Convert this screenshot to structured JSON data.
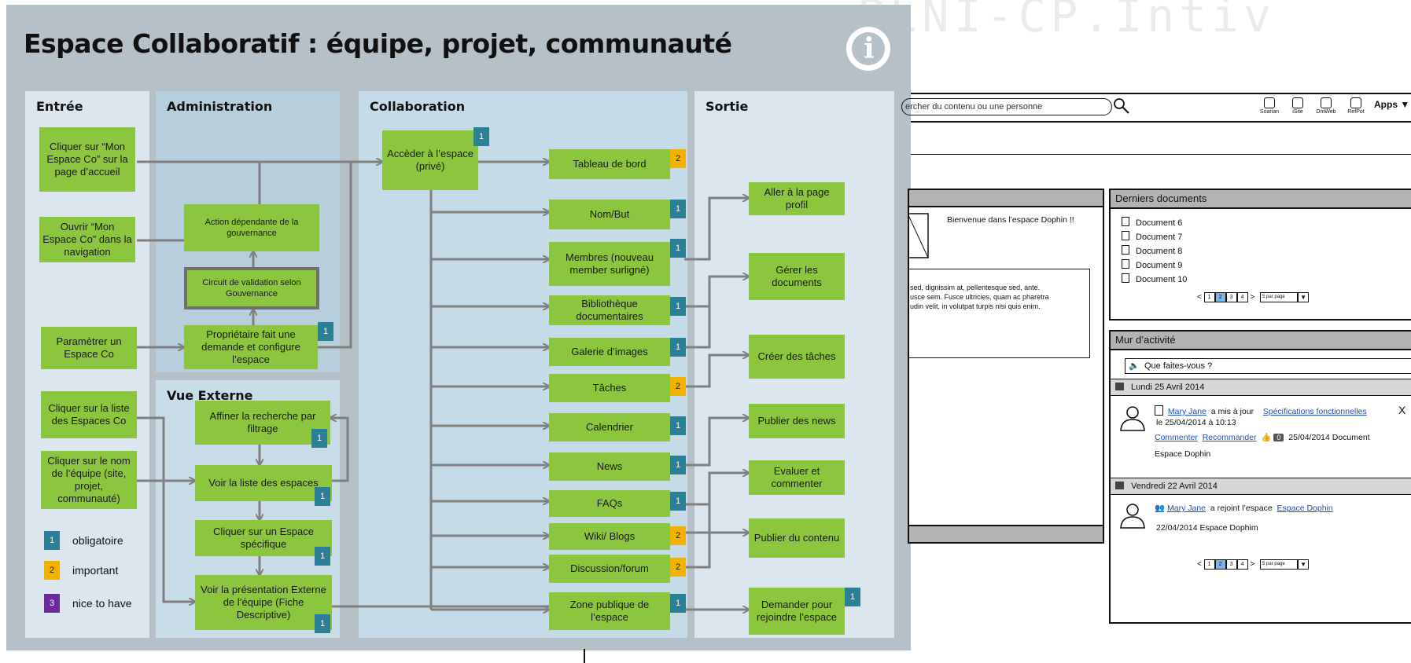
{
  "slide": {
    "title": "Espace Collaboratif : équipe, projet, communauté",
    "columns": {
      "entree": "Entrée",
      "administration": "Administration",
      "vue_externe": "Vue Externe",
      "collaboration": "Collaboration",
      "sortie": "Sortie"
    },
    "entree": [
      "Cliquer sur “Mon Espace Co” sur la page d’accueil",
      "Ouvrir “Mon Espace Co” dans la navigation",
      "Paramètrer un Espace Co",
      "Cliquer sur la liste des Espaces Co",
      "Cliquer sur le nom de l’équipe (site, projet, communauté)"
    ],
    "administration": [
      "Action dépendante de la gouvernance",
      "Circuit de validation selon Gouvernance",
      "Propriétaire fait une demande et configure l’espace"
    ],
    "vue_externe": [
      "Affiner la recherche par filtrage",
      "Voir la liste des espaces",
      "Cliquer sur un Espace spécifique",
      "Voir la présentation Externe de l’équipe (Fiche Descriptive)"
    ],
    "collaboration": {
      "acceder": "Accèder à l’espace (privé)",
      "items": [
        "Tableau de bord",
        "Nom/But",
        "Membres (nouveau member  surligné)",
        "Bibliothèque documentaires",
        "Galerie d’images",
        "Tâches",
        "Calendrier",
        "News",
        "FAQs",
        "Wiki/ Blogs",
        "Discussion/forum",
        "Zone publique de l’espace"
      ]
    },
    "sortie": [
      "Aller à la page profil",
      "Gérer les documents",
      "Créer des tâches",
      "Publier des news",
      "Evaluer et commenter",
      "Publier du contenu",
      "Demander pour rejoindre l’espace"
    ],
    "badges": {
      "one": "1",
      "two": "2",
      "three": "3"
    },
    "legend": [
      {
        "num": "1",
        "label": "obligatoire",
        "color": "#2b7f96"
      },
      {
        "num": "2",
        "label": "important",
        "color": "#f3b200"
      },
      {
        "num": "3",
        "label": "nice to have",
        "color": "#6a2b9a"
      }
    ],
    "colors": {
      "green": "#8cc63f",
      "background": "#b5c0c7",
      "teal": "#2b7f96",
      "orange": "#f3b200",
      "purple": "#6a2b9a"
    }
  },
  "mockup": {
    "search_placeholder": "ercher du contenu ou une personne",
    "apps": [
      "Soarian",
      "iSite",
      "DmWeb",
      "RefPot"
    ],
    "apps_label": "Apps ▼",
    "welcome": "Bienvenue dans l’espace Dophin !!",
    "lorem": [
      "sed, dignissim at, pellentesque sed, ante.",
      "usce sem. Fusce ultricies, quam ac pharetra",
      "udin velit, in volutpat turpis nisi quis enim."
    ],
    "derniers_documents": {
      "title": "Derniers documents",
      "docs": [
        "Document 6",
        "Document 7",
        "Document 8",
        "Document 9",
        "Document 10"
      ]
    },
    "pager": {
      "prev": "<",
      "next": ">",
      "pages": [
        "1",
        "2",
        "3",
        "4"
      ],
      "per_page": "5 par page"
    },
    "mur": {
      "title": "Mur d’activité",
      "input": "Que faites-vous ?",
      "day1": "Lundi 25 Avril 2014",
      "user": "Mary Jane",
      "action1": "a mis à jour",
      "link1": "Spécifications fonctionnelles",
      "close": "X",
      "time1": "le 25/04/2014 à 10:13",
      "commenter": "Commenter",
      "recommander": "Recommander",
      "count": "0",
      "date_doc": "25/04/2014 Document",
      "espace": "Espace Dophin",
      "day2": "Vendredi 22 Avril 2014",
      "action2": "a rejoint l’espace",
      "link2": "Espace Dophin",
      "time2": "22/04/2014 Espace Dophim"
    }
  }
}
